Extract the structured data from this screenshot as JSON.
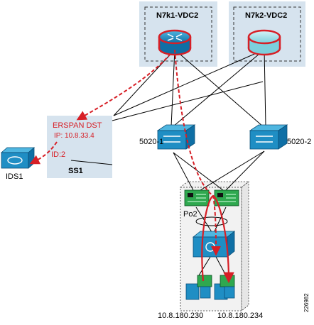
{
  "diagram": {
    "vdc_left": {
      "label": "N7k1-VDC2"
    },
    "vdc_right": {
      "label": "N7k2-VDC2"
    },
    "switch_left": {
      "label": "5020-1"
    },
    "switch_right": {
      "label": "5020-2"
    },
    "ss1": {
      "line1": "ERSPAN DST",
      "line2": "IP: 10.8.33.4",
      "line3": "ID:2",
      "name": "SS1"
    },
    "ids": {
      "label": "IDS1"
    },
    "port_channel": {
      "label": "Po2"
    },
    "host_left": {
      "label": "10.8.180.230"
    },
    "host_right": {
      "label": "10.8.180.234"
    },
    "figure_id": "226982",
    "colors": {
      "panel_fill": "#d6e3ee",
      "device_blue": "#1f8ec4",
      "device_light": "#9fdbe6",
      "accent_red": "#d71f26",
      "nic_green": "#2fa84f"
    }
  }
}
